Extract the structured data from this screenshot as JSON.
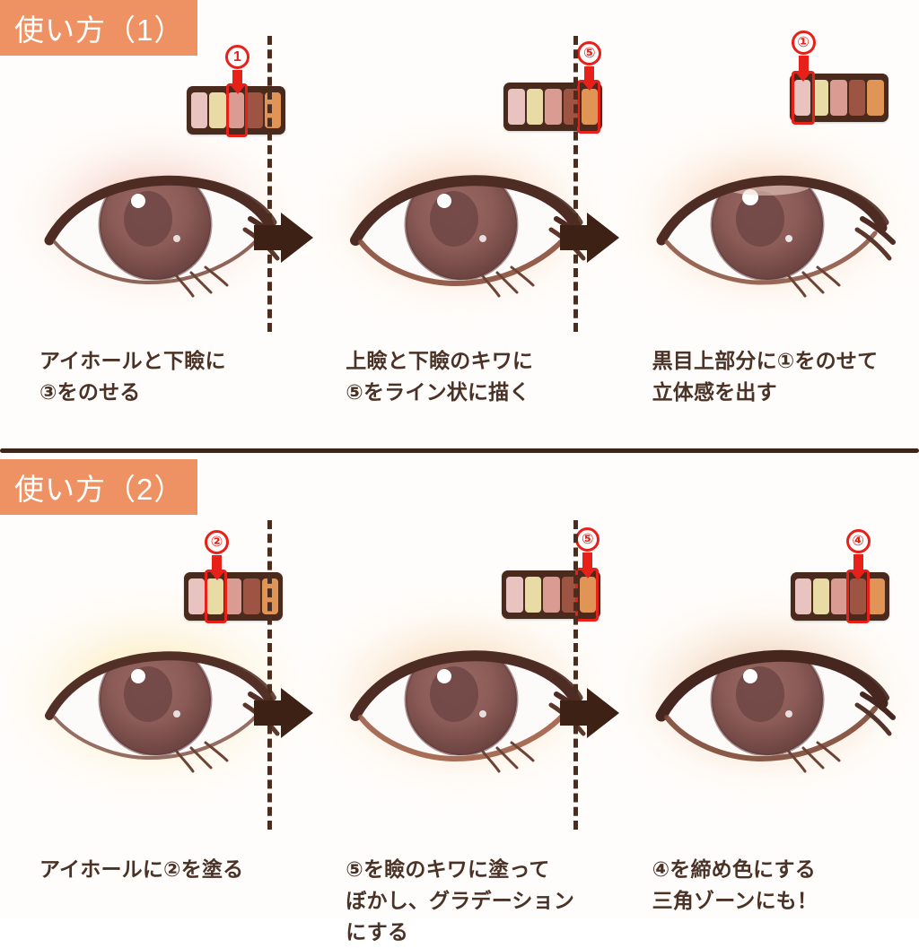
{
  "document": {
    "title": "アイシャドウパレット 使い方ガイド",
    "language": "ja"
  },
  "theme": {
    "header_bg": "#ee9263",
    "header_text": "#ffffff",
    "caption_text": "#4a3226",
    "divider": "#3d2418",
    "arrow": "#3d2114",
    "callout_red": "#e8201a",
    "palette_case": "#4a2a1c",
    "page_bg": "#fffdfb"
  },
  "palette_shades": [
    {
      "index": 1,
      "color": "#e8c3c0",
      "name": "light-pink"
    },
    {
      "index": 2,
      "color": "#e8dba6",
      "name": "pale-yellow"
    },
    {
      "index": 3,
      "color": "#d99b92",
      "name": "rose-pink"
    },
    {
      "index": 4,
      "color": "#9e5443",
      "name": "deep-brick"
    },
    {
      "index": 5,
      "color": "#e09456",
      "name": "orange"
    }
  ],
  "sections": [
    {
      "id": "section-1",
      "header_label": "使い方（1）",
      "steps": [
        {
          "step": 1,
          "shade_number": "③",
          "highlight_index": 3,
          "halo": "halo-pink",
          "caption_lines": [
            "アイホールと下瞼に",
            "③をのせる"
          ]
        },
        {
          "step": 2,
          "shade_number": "⑤",
          "highlight_index": 5,
          "halo": "halo-peach",
          "caption_lines": [
            "上瞼と下瞼のキワに",
            "⑤をライン状に描く"
          ]
        },
        {
          "step": 3,
          "shade_number": "①",
          "highlight_index": 1,
          "halo": "halo-peach",
          "caption_lines": [
            "黒目上部分に①をのせて",
            "立体感を出す"
          ]
        }
      ]
    },
    {
      "id": "section-2",
      "header_label": "使い方（2）",
      "steps": [
        {
          "step": 1,
          "shade_number": "②",
          "highlight_index": 2,
          "halo": "halo-gold",
          "caption_lines": [
            "アイホールに②を塗る"
          ]
        },
        {
          "step": 2,
          "shade_number": "⑤",
          "highlight_index": 5,
          "halo": "halo-amber",
          "caption_lines": [
            "⑤を瞼のキワに塗って",
            "ぼかし、グラデーション",
            "にする"
          ]
        },
        {
          "step": 3,
          "shade_number": "④",
          "highlight_index": 4,
          "halo": "halo-brown",
          "caption_lines": [
            "④を締め色にする",
            "三角ゾーンにも！"
          ]
        }
      ]
    }
  ]
}
